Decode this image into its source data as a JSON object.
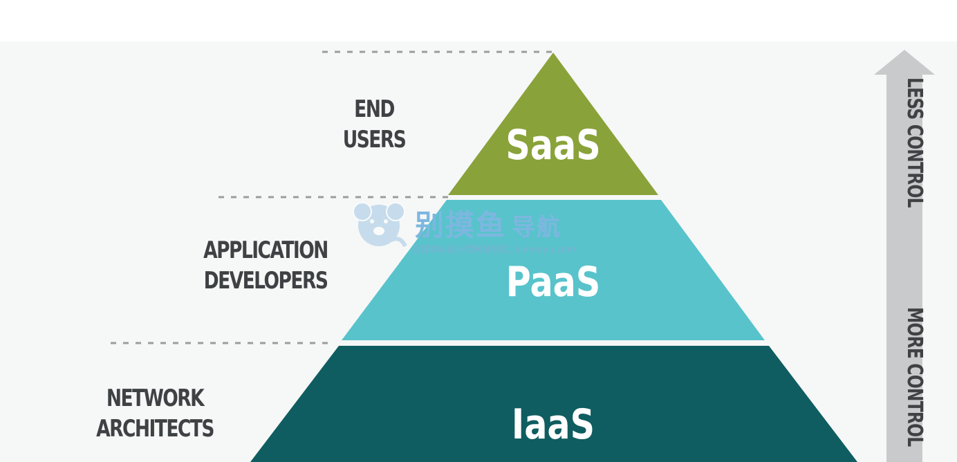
{
  "tiers": [
    {
      "name": "SaaS",
      "audience": [
        "END",
        "USERS"
      ],
      "color": "#8aa23a"
    },
    {
      "name": "PaaS",
      "audience": [
        "APPLICATION",
        "DEVELOPERS"
      ],
      "color": "#58c3cb"
    },
    {
      "name": "IaaS",
      "audience": [
        "NETWORK",
        "ARCHITECTS"
      ],
      "color": "#0f5d60"
    }
  ],
  "axis": {
    "top_label": "LESS CONTROL",
    "bottom_label": "MORE CONTROL",
    "arrow_color": "#c9cacb"
  },
  "watermark": {
    "title_zh": "别摸鱼",
    "title_accent": "导航",
    "subtitle": "自媒体&设计师网址导航. biemoyu.com"
  }
}
